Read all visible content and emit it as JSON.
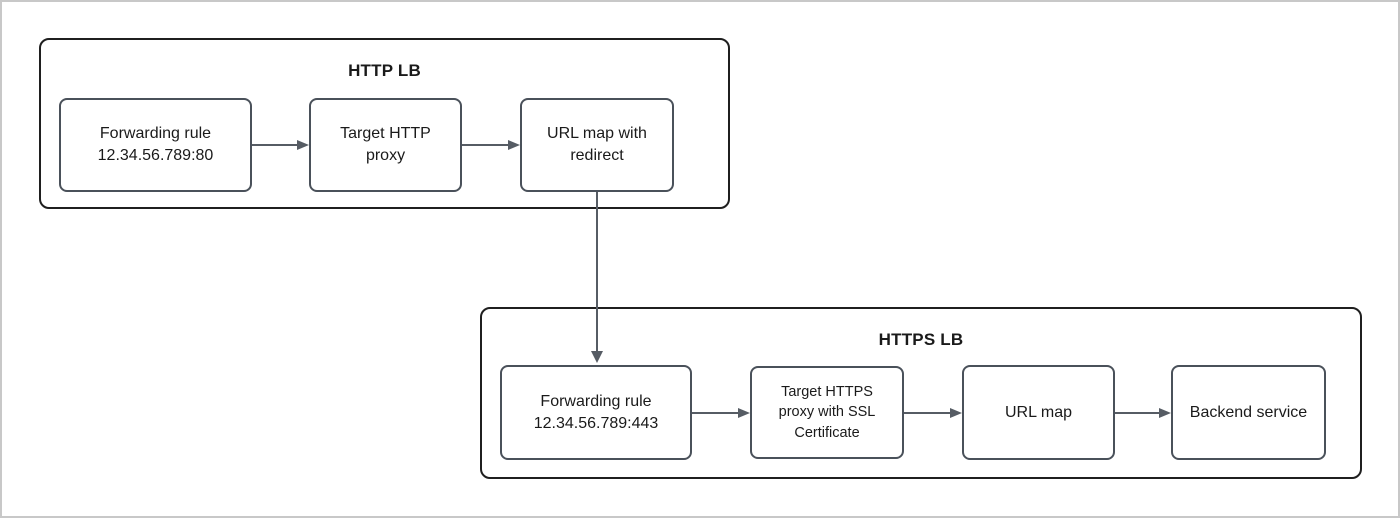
{
  "diagram": {
    "http_lb": {
      "title": "HTTP LB",
      "nodes": {
        "forwarding_rule": "Forwarding rule\n12.34.56.789:80",
        "target_proxy": "Target HTTP\nproxy",
        "url_map_redirect": "URL map with\nredirect"
      }
    },
    "https_lb": {
      "title": "HTTPS LB",
      "nodes": {
        "forwarding_rule": "Forwarding rule\n12.34.56.789:443",
        "target_proxy": "Target HTTPS\nproxy with SSL\nCertificate",
        "url_map": "URL map",
        "backend_service": "Backend service"
      }
    },
    "colors": {
      "background": "#ffffff",
      "frame_border": "#c8c8c8",
      "container_border": "#1f1f1f",
      "node_border": "#4a515a",
      "arrow": "#565c64",
      "text": "#1a1a1a"
    }
  }
}
